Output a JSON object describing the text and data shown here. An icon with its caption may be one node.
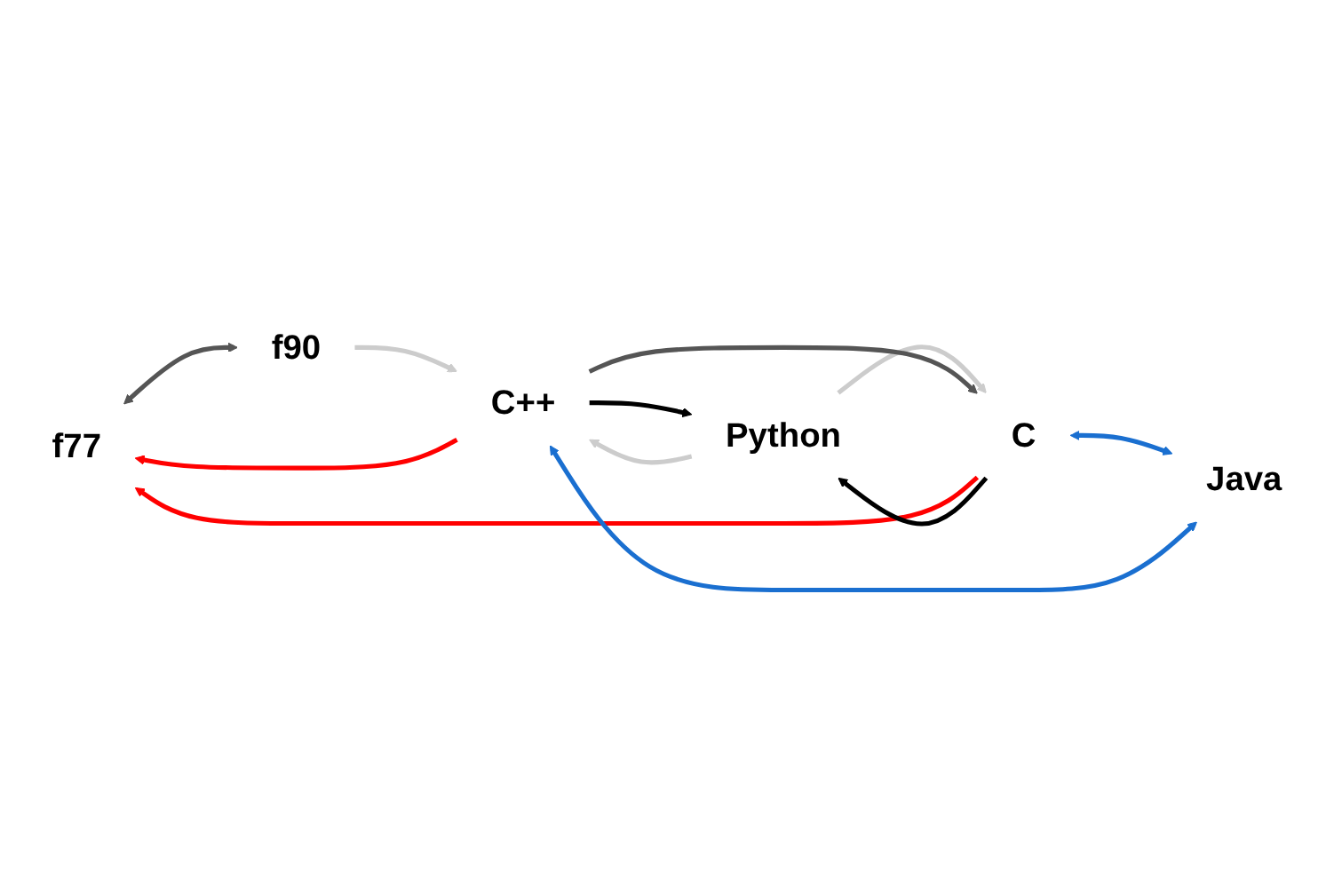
{
  "diagram": {
    "nodes": [
      {
        "text": [
          "f77"
        ]
      },
      {
        "text": [
          "C"
        ]
      },
      {
        "text": [
          "f90"
        ]
      },
      {
        "text": [
          "C++"
        ]
      },
      {
        "text": [
          "Python"
        ]
      },
      {
        "text": [
          "Java"
        ]
      }
    ],
    "edges": [
      {
        "from": 1,
        "to": 0,
        "arrow": "to",
        "color": "#ff0000"
      },
      {
        "from": 3,
        "to": 0,
        "arrow": "to",
        "color": "#ff0000"
      },
      {
        "from": 0,
        "to": 2,
        "arrow": "both",
        "color": "#555555"
      },
      {
        "from": 1,
        "to": 4,
        "arrow": "to",
        "color": "#000000"
      },
      {
        "from": 3,
        "to": 4,
        "arrow": "to",
        "color": "#000000"
      },
      {
        "from": 4,
        "to": 1,
        "arrow": "to",
        "color": "#cccccc"
      },
      {
        "from": 4,
        "to": 3,
        "arrow": "to",
        "color": "#cccccc"
      },
      {
        "from": 2,
        "to": 3,
        "arrow": "to",
        "color": "#cccccc"
      },
      {
        "from": 3,
        "to": 1,
        "arrow": "to",
        "color": "#555555"
      },
      {
        "from": 1,
        "to": 5,
        "arrow": "both",
        "color": "#1a6fd0"
      },
      {
        "from": 3,
        "to": 5,
        "arrow": "both",
        "color": "#1a6fd0"
      }
    ]
  }
}
